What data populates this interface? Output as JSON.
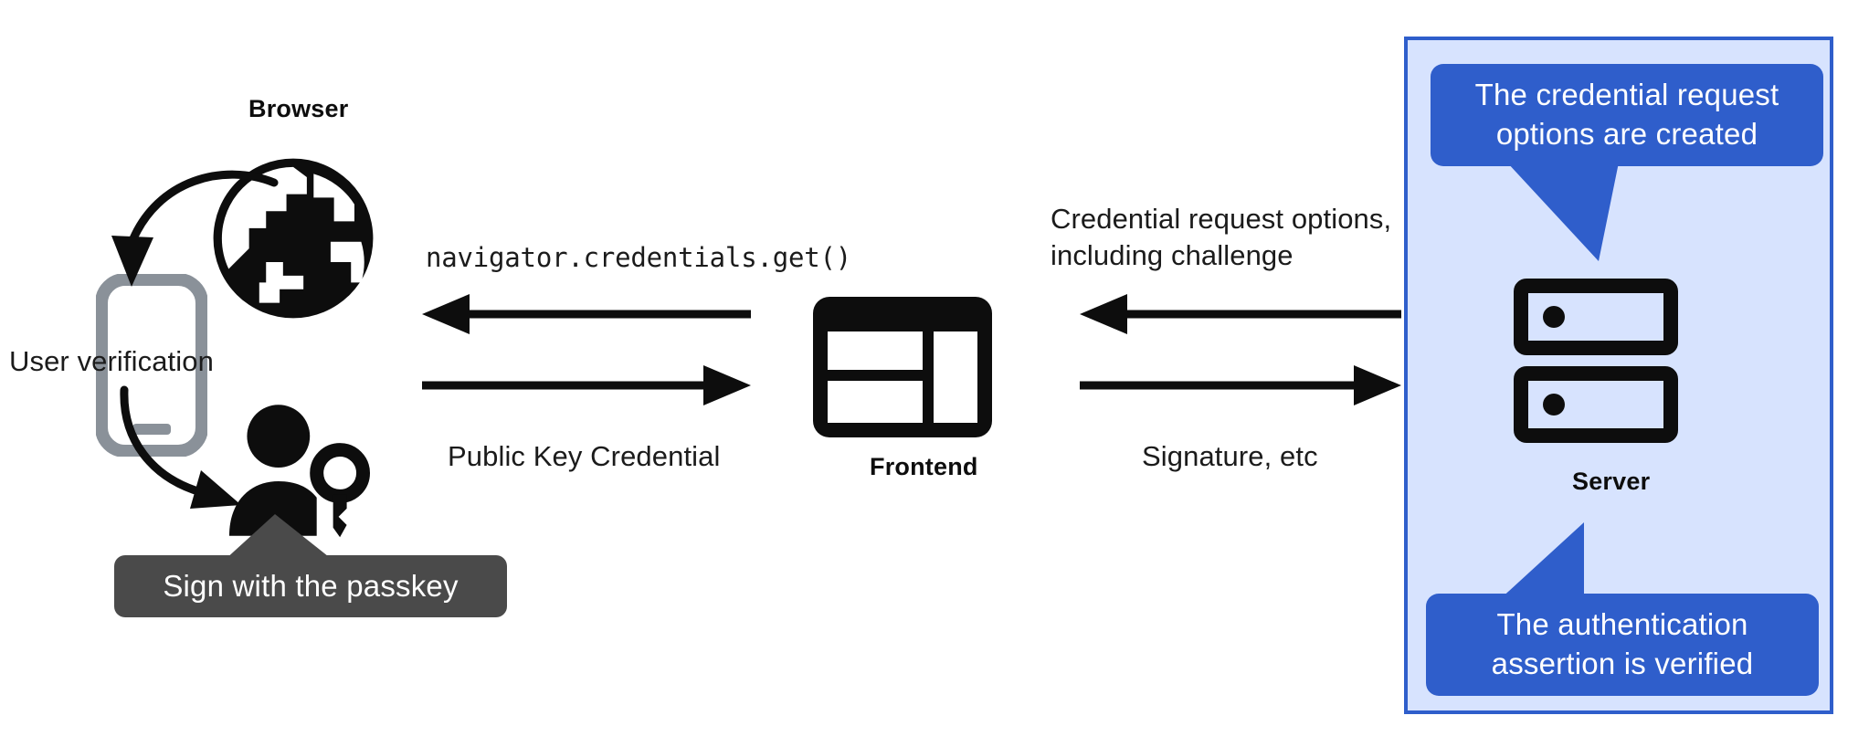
{
  "diagram": {
    "title": "WebAuthn passkey authentication flow",
    "colors": {
      "panel_background": "#d7e3fe",
      "panel_border": "#2f5ecb",
      "callout_blue": "#2f5ecb",
      "tooltip_gray": "#4a4a4a",
      "phone_gray": "#8a9199",
      "ink_black": "#0d0d0d",
      "page_background": "#ffffff"
    }
  },
  "browser": {
    "title": "Browser",
    "icon": "globe-icon"
  },
  "phone": {
    "icon": "smartphone-icon",
    "caption": "User verification"
  },
  "user": {
    "icon": "person-with-key-icon",
    "tooltip": "Sign with the passkey"
  },
  "frontend": {
    "title": "Frontend",
    "icon": "web-layout-icon"
  },
  "server": {
    "title": "Server",
    "icon": "server-racks-icon",
    "callouts": [
      {
        "text": "The credential request\noptions are created",
        "position": "top"
      },
      {
        "text": "The authentication\nassertion is verified",
        "position": "bottom"
      }
    ]
  },
  "messages": {
    "browser_to_frontend_request": "navigator.credentials.get()",
    "frontend_to_browser_response": "Public Key Credential",
    "server_to_frontend": "Credential request options,\nincluding challenge",
    "frontend_to_server": "Signature, etc"
  },
  "arrows": [
    {
      "name": "frontend-to-browser-arrow",
      "direction": "left",
      "label": "navigator.credentials.get()"
    },
    {
      "name": "browser-to-frontend-arrow",
      "direction": "right",
      "label": "Public Key Credential"
    },
    {
      "name": "server-to-frontend-arrow",
      "direction": "left",
      "label": "Credential request options, including challenge"
    },
    {
      "name": "frontend-to-server-arrow",
      "direction": "right",
      "label": "Signature, etc"
    },
    {
      "name": "browser-to-phone-curve",
      "direction": "curve-down-left",
      "label": "User verification"
    },
    {
      "name": "phone-to-user-curve",
      "direction": "curve-down-right",
      "label": ""
    }
  ]
}
